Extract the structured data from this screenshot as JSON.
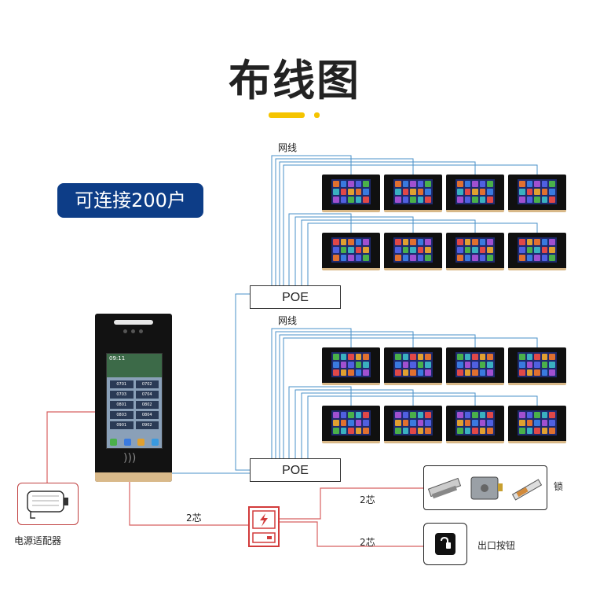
{
  "header": {
    "title": "布线图"
  },
  "badge": {
    "text": "可连接200户"
  },
  "network": {
    "wire_label_top": "网线",
    "wire_label_bottom": "网线",
    "poe_top": "POE",
    "poe_bottom": "POE"
  },
  "wiring": {
    "two_core_main": "2芯",
    "two_core_lock": "2芯",
    "two_core_exit": "2芯"
  },
  "devices": {
    "adapter_label": "电源适配器",
    "lock_label": "锁",
    "exit_button_label": "出口按钮"
  },
  "door_station": {
    "time": "09:11",
    "keys": [
      "0701",
      "0702",
      "0703",
      "0704",
      "0801",
      "0802",
      "0803",
      "0804",
      "0901",
      "0902"
    ]
  },
  "colors": {
    "accent_yellow": "#f5c400",
    "badge_blue": "#0d3d87",
    "network_wire": "#4a90c8",
    "power_wire": "#d86060"
  }
}
